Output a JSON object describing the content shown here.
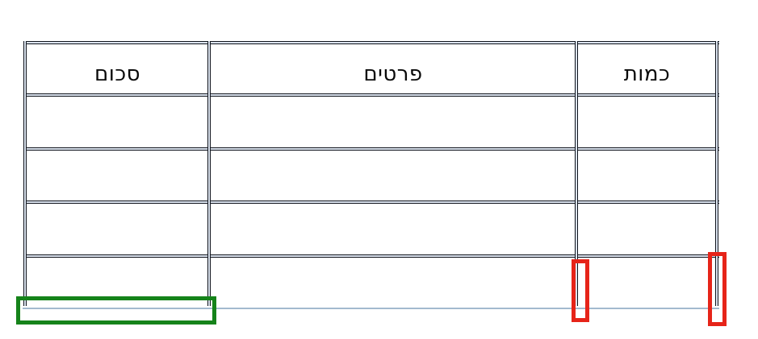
{
  "table": {
    "direction": "rtl",
    "headers": {
      "quantity": "כמות",
      "details": "פרטים",
      "sum": "סכום"
    },
    "body_row_count": 4,
    "body_cells_empty": true
  },
  "annotations": {
    "red_box_count": 2,
    "green_box_count": 1
  },
  "colors": {
    "border_dark": "#10141d",
    "border_gap": "#dde5f0",
    "faint_line": "#a3bacf",
    "annotation_red": "#e62419",
    "annotation_green": "#15831a",
    "text": "#0a0a0a",
    "background": "#ffffff"
  }
}
